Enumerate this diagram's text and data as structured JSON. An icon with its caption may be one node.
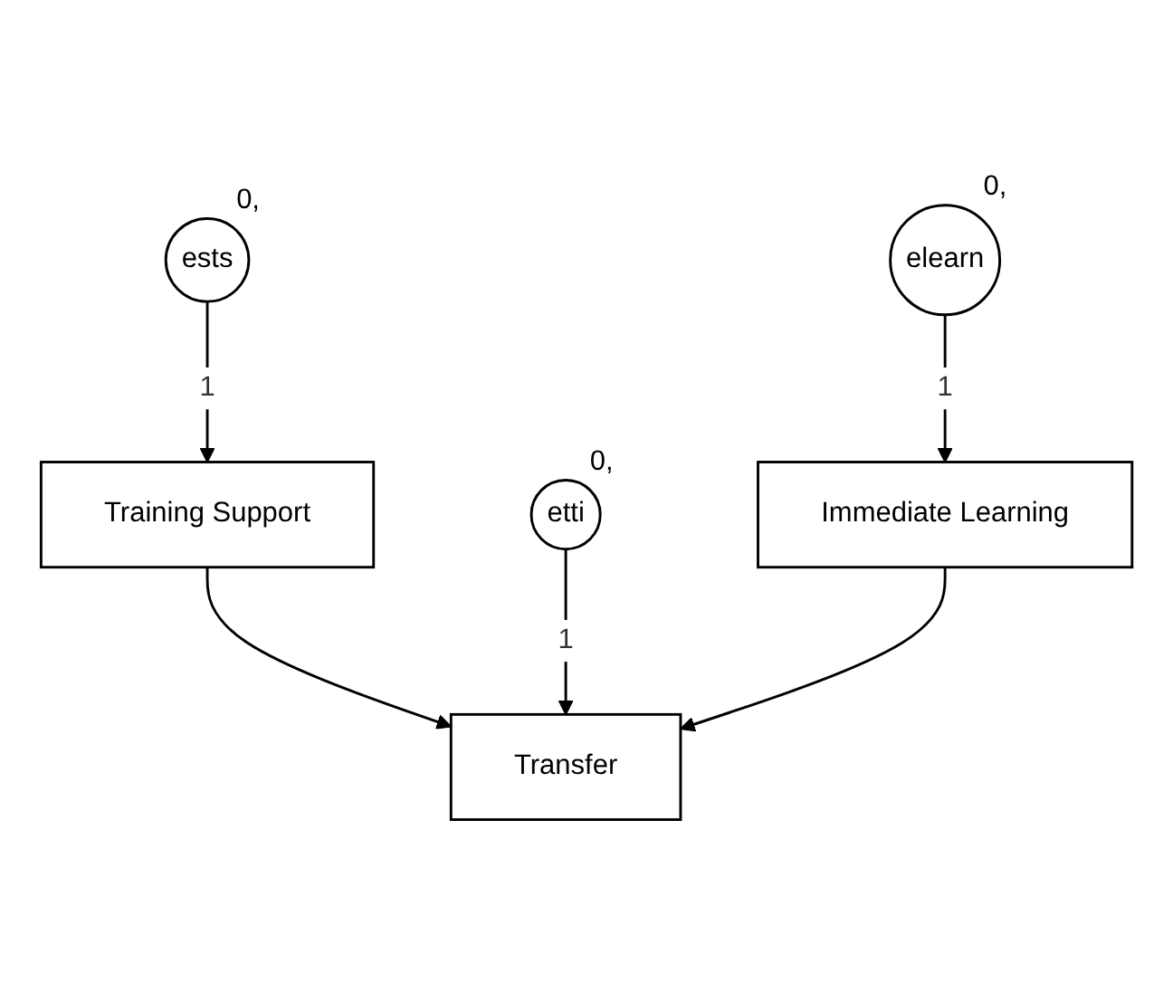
{
  "diagram": {
    "nodes": [
      {
        "text": [
          "ests"
        ],
        "beside": [
          "0,"
        ]
      },
      {
        "text": [
          "Training Support"
        ]
      },
      {
        "text": [
          "elearn"
        ],
        "beside": [
          "0,"
        ]
      },
      {
        "text": [
          "Immediate Learning"
        ]
      },
      {
        "text": [
          "etti"
        ],
        "beside": [
          "0,"
        ]
      },
      {
        "text": [
          "Transfer"
        ]
      }
    ],
    "edges": [
      {
        "from": 0,
        "to": 1,
        "arrow": "to",
        "label": "1"
      },
      {
        "from": 2,
        "to": 3,
        "arrow": "to",
        "label": "1"
      },
      {
        "from": 1,
        "to": 5,
        "arrow": "to"
      },
      {
        "from": 4,
        "to": 5,
        "arrow": "to",
        "label": "1"
      },
      {
        "from": 3,
        "to": 5,
        "arrow": "to"
      }
    ]
  }
}
